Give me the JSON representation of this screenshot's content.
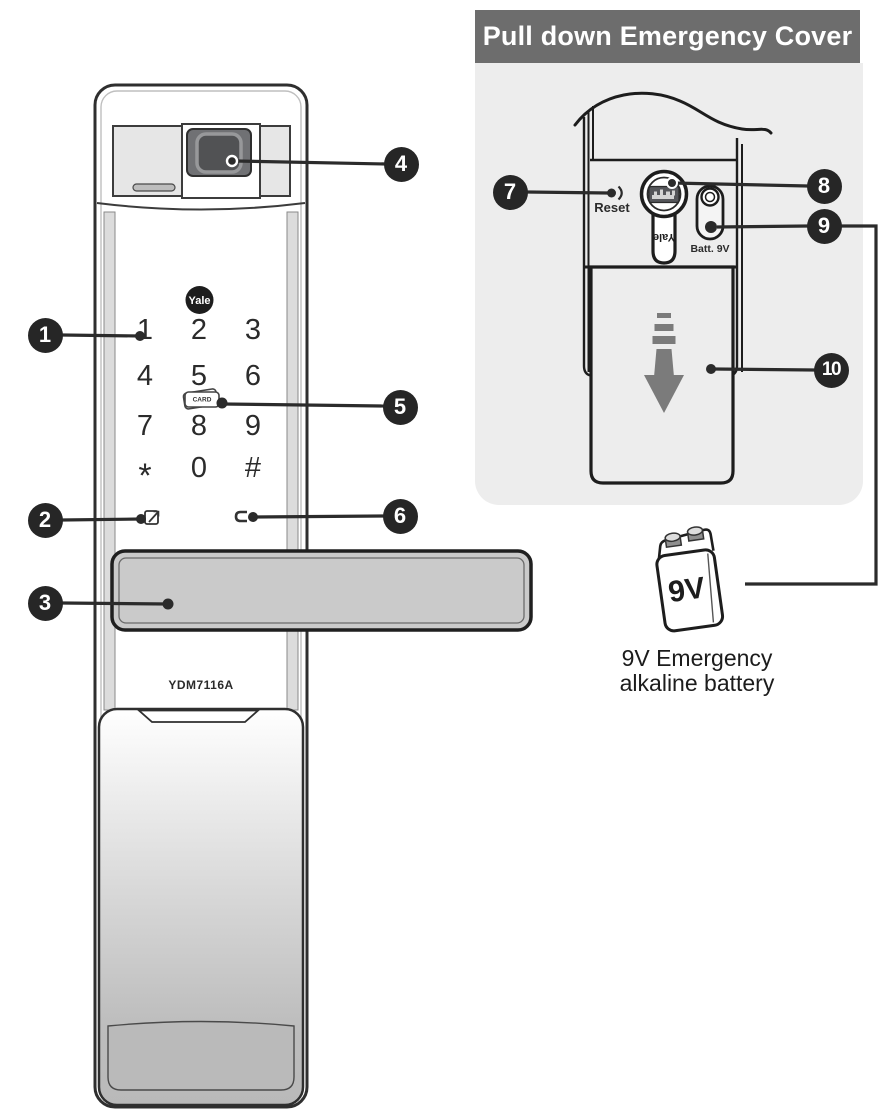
{
  "header": {
    "title": "Pull down Emergency Cover"
  },
  "lock": {
    "model": "YDM7116A",
    "brand": "Yale",
    "keypad": {
      "keys": [
        "1",
        "2",
        "3",
        "4",
        "5",
        "6",
        "7",
        "8",
        "9",
        "*",
        "0",
        "#"
      ],
      "card_label": "CARD"
    }
  },
  "panel": {
    "reset_label": "Reset",
    "cylinder_brand": "Yale",
    "battery_terminal_label": "Batt. 9V"
  },
  "battery": {
    "body_label": "9V",
    "caption_line1": "9V Emergency",
    "caption_line2": "alkaline battery"
  },
  "callouts": [
    "1",
    "2",
    "3",
    "4",
    "5",
    "6",
    "7",
    "8",
    "9",
    "10"
  ],
  "colors": {
    "header_bg": "#6d6d6d",
    "panel_bg": "#ededed",
    "callout_bg": "#262626",
    "handle_fill": "#cacaca",
    "arrow_gray": "#7b7b7b"
  }
}
